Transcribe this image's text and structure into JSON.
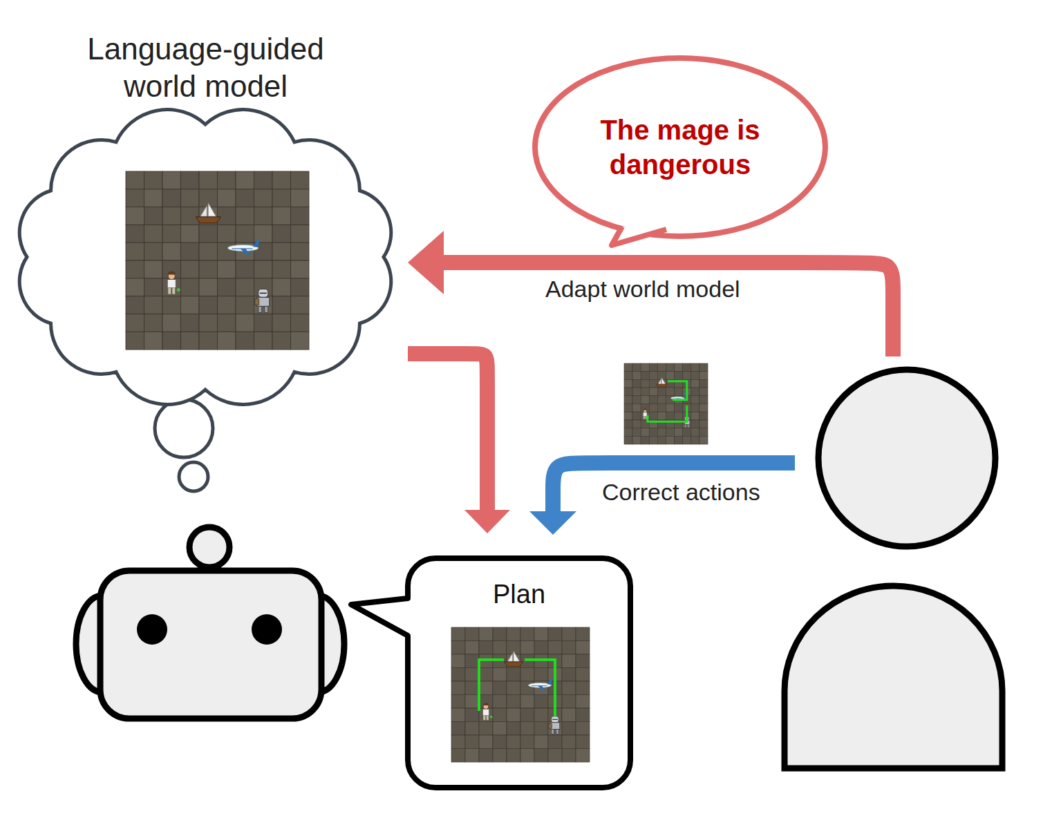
{
  "diagram": {
    "nodes": [
      {
        "text": [
          "Language-guided world model"
        ]
      },
      {
        "text": [
          "The mage is dangerous"
        ]
      },
      {
        "text": [
          "Plan"
        ]
      }
    ],
    "edges": [
      {
        "from": 0,
        "to": 2,
        "arrow": "to"
      }
    ],
    "labels": [
      "Adapt world model",
      "Correct actions"
    ]
  }
}
